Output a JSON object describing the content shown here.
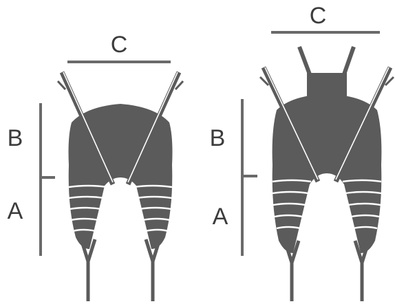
{
  "colors": {
    "body_fill": "#5b5b5b",
    "line": "#6a6a6a",
    "segment_line": "#ffffff",
    "background": "#ffffff",
    "text": "#3c3c3c"
  },
  "figures": [
    {
      "labels": {
        "width": "C",
        "upper": "B",
        "lower": "A"
      }
    },
    {
      "labels": {
        "width": "C",
        "upper": "B",
        "lower": "A"
      }
    }
  ]
}
